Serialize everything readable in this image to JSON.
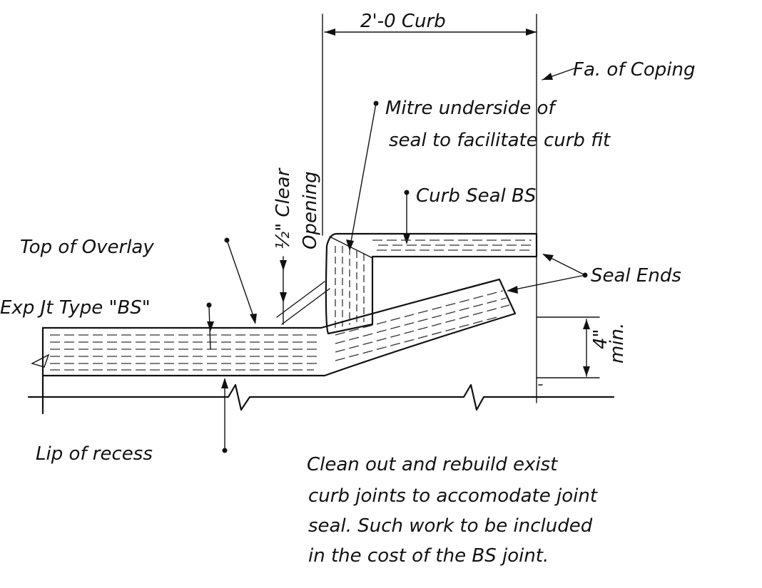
{
  "labels": {
    "curb_width": "2'-0 Curb",
    "face_of_coping": "Fa. of Coping",
    "mitre_line1": "Mitre underside of",
    "mitre_line2": "seal to facilitate curb fit",
    "curb_seal": "Curb Seal BS",
    "clear_opening_1": "½\" Clear",
    "clear_opening_2": "Opening",
    "top_of_overlay": "Top of Overlay",
    "seal_ends": "Seal Ends",
    "exp_jt_type": "Exp Jt Type \"BS\"",
    "depth_1": "4\"",
    "depth_2": "min.",
    "lip_of_recess": "Lip of recess",
    "note_line1": "Clean out and rebuild exist",
    "note_line2": "curb joints to accomodate joint",
    "note_line3": "seal. Such work to be included",
    "note_line4": "in the cost of the BS joint."
  },
  "colors": {
    "ink": "#111111",
    "paper": "#ffffff"
  }
}
